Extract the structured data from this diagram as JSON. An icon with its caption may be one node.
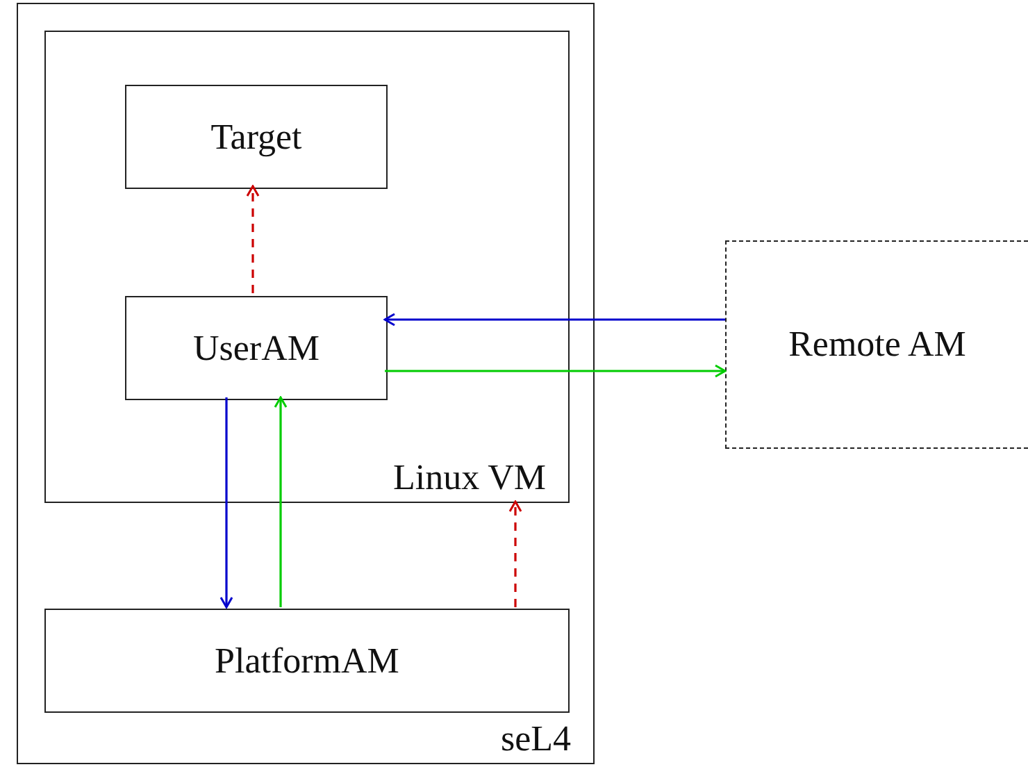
{
  "diagram": {
    "nodes": [
      {
        "text": [
          "seL4"
        ]
      },
      {
        "text": [
          "Linux VM"
        ],
        "in": 0
      },
      {
        "text": [
          "Target"
        ],
        "in": 1
      },
      {
        "text": [
          "UserAM"
        ],
        "in": 1
      },
      {
        "text": [
          "PlatformAM"
        ],
        "in": 0
      },
      {
        "text": [
          "Remote AM"
        ]
      }
    ],
    "edges": [
      {
        "from": 3,
        "to": 2,
        "arrow": "to",
        "style": "dashed",
        "color": "#cc0000"
      },
      {
        "from": 5,
        "to": 3,
        "arrow": "to",
        "color": "#0000cc"
      },
      {
        "from": 3,
        "to": 5,
        "arrow": "to",
        "color": "#00cc00"
      },
      {
        "from": 3,
        "to": 4,
        "arrow": "to",
        "color": "#0000cc"
      },
      {
        "from": 4,
        "to": 3,
        "arrow": "to",
        "color": "#00cc00"
      },
      {
        "from": 4,
        "to": 1,
        "arrow": "to",
        "style": "dashed",
        "color": "#cc0000"
      }
    ]
  }
}
